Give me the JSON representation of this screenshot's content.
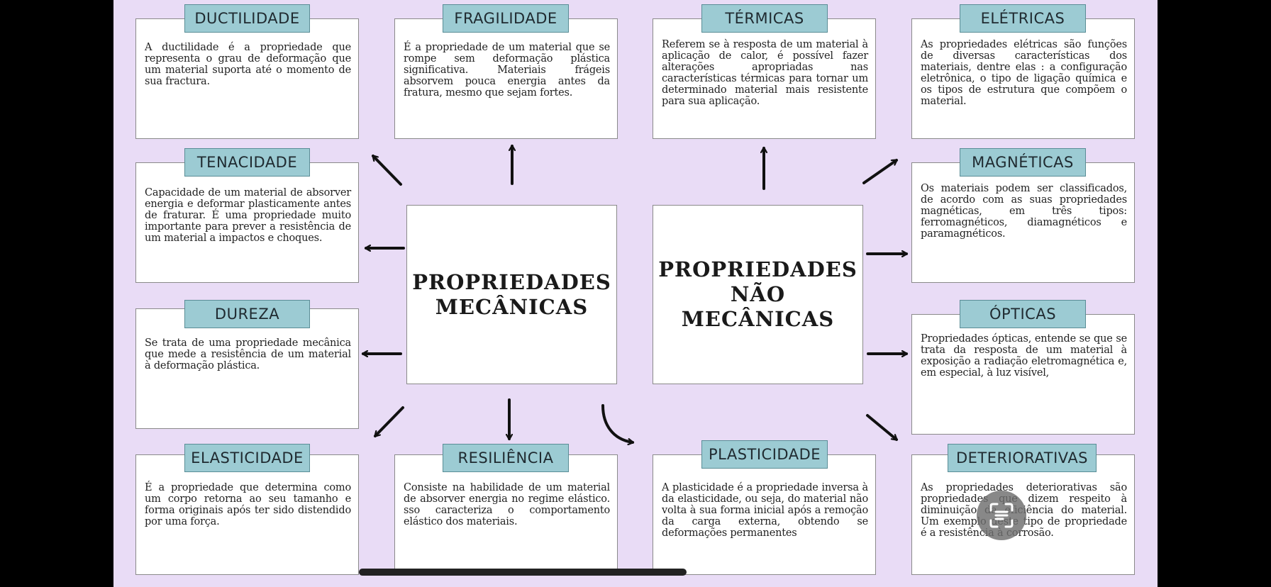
{
  "center_left": {
    "line1": "PROPRIEDADES",
    "line2": "MECÂNICAS"
  },
  "center_right": {
    "line1": "PROPRIEDADES",
    "line2": "NÃO MECÂNICAS"
  },
  "cards": {
    "ductilidade": {
      "title": "DUCTILIDADE",
      "text": "A ductilidade é a propriedade que representa o grau de deformação que um material suporta até o momento de sua fractura."
    },
    "fragilidade": {
      "title": "FRAGILIDADE",
      "text": "É a propriedade de um material que se rompe sem deformação plástica significativa. Materiais frágeis absorvem pouca energia antes da fratura, mesmo que sejam fortes."
    },
    "termicas": {
      "title": "TÉRMICAS",
      "text": "Referem se à resposta de um material à aplicação de calor, é possível fazer alterações apropriadas nas características térmicas para tornar um determinado material mais resistente para sua aplicação."
    },
    "eletricas": {
      "title": "ELÉTRICAS",
      "text": "As propriedades elétricas são funções de diversas características dos materiais, dentre elas : a configuração eletrônica, o tipo de ligação química e os tipos de estrutura que compõem o material."
    },
    "tenacidade": {
      "title": "TENACIDADE",
      "text": "Capacidade de um material de absorver energia e deformar plasticamente antes de fraturar. É uma propriedade muito importante para prever a resistência de um material a impactos e choques."
    },
    "magneticas": {
      "title": "MAGNÉTICAS",
      "text": "Os materiais podem ser classificados, de acordo com as suas propriedades magnéticas, em três tipos: ferromagnéticos, diamagnéticos e paramagnéticos."
    },
    "dureza": {
      "title": "DUREZA",
      "text": "Se trata de uma propriedade mecânica que mede a resistência de um material à deformação plástica."
    },
    "opticas": {
      "title": "ÓPTICAS",
      "text": "Propriedades ópticas, entende se que se trata da resposta de um material à exposição a radiação eletromagnética e, em especial, à luz visível,"
    },
    "elasticidade": {
      "title": "ELASTICIDADE",
      "text": "É a propriedade que determina como um corpo retorna ao seu tamanho e forma originais após ter sido distendido por uma força."
    },
    "resiliencia": {
      "title": "RESILIÊNCIA",
      "text": "Consiste na habilidade de um material de absorver energia no regime elástico. sso caracteriza o comportamento elástico dos materiais."
    },
    "plasticidade": {
      "title": "PLASTICIDADE",
      "text": "A plasticidade é a propriedade inversa à da elasticidade, ou seja, do material não volta à sua forma inicial após a remoção da carga externa, obtendo se deformações permanentes"
    },
    "deteriorativas": {
      "title": "DETERIORATIVAS",
      "text": "As propriedades deteriorativas são propriedades que dizem respeito à diminuição da eficiência do material. Um exemplo deste tipo de propriedade é a resistência à corrosão."
    }
  },
  "colors": {
    "background": "#e9dcf6",
    "label_fill": "#9ccbd3",
    "card_fill": "#ffffff",
    "arrow": "#111111"
  },
  "icons": {
    "scan": "text-scan-icon"
  }
}
